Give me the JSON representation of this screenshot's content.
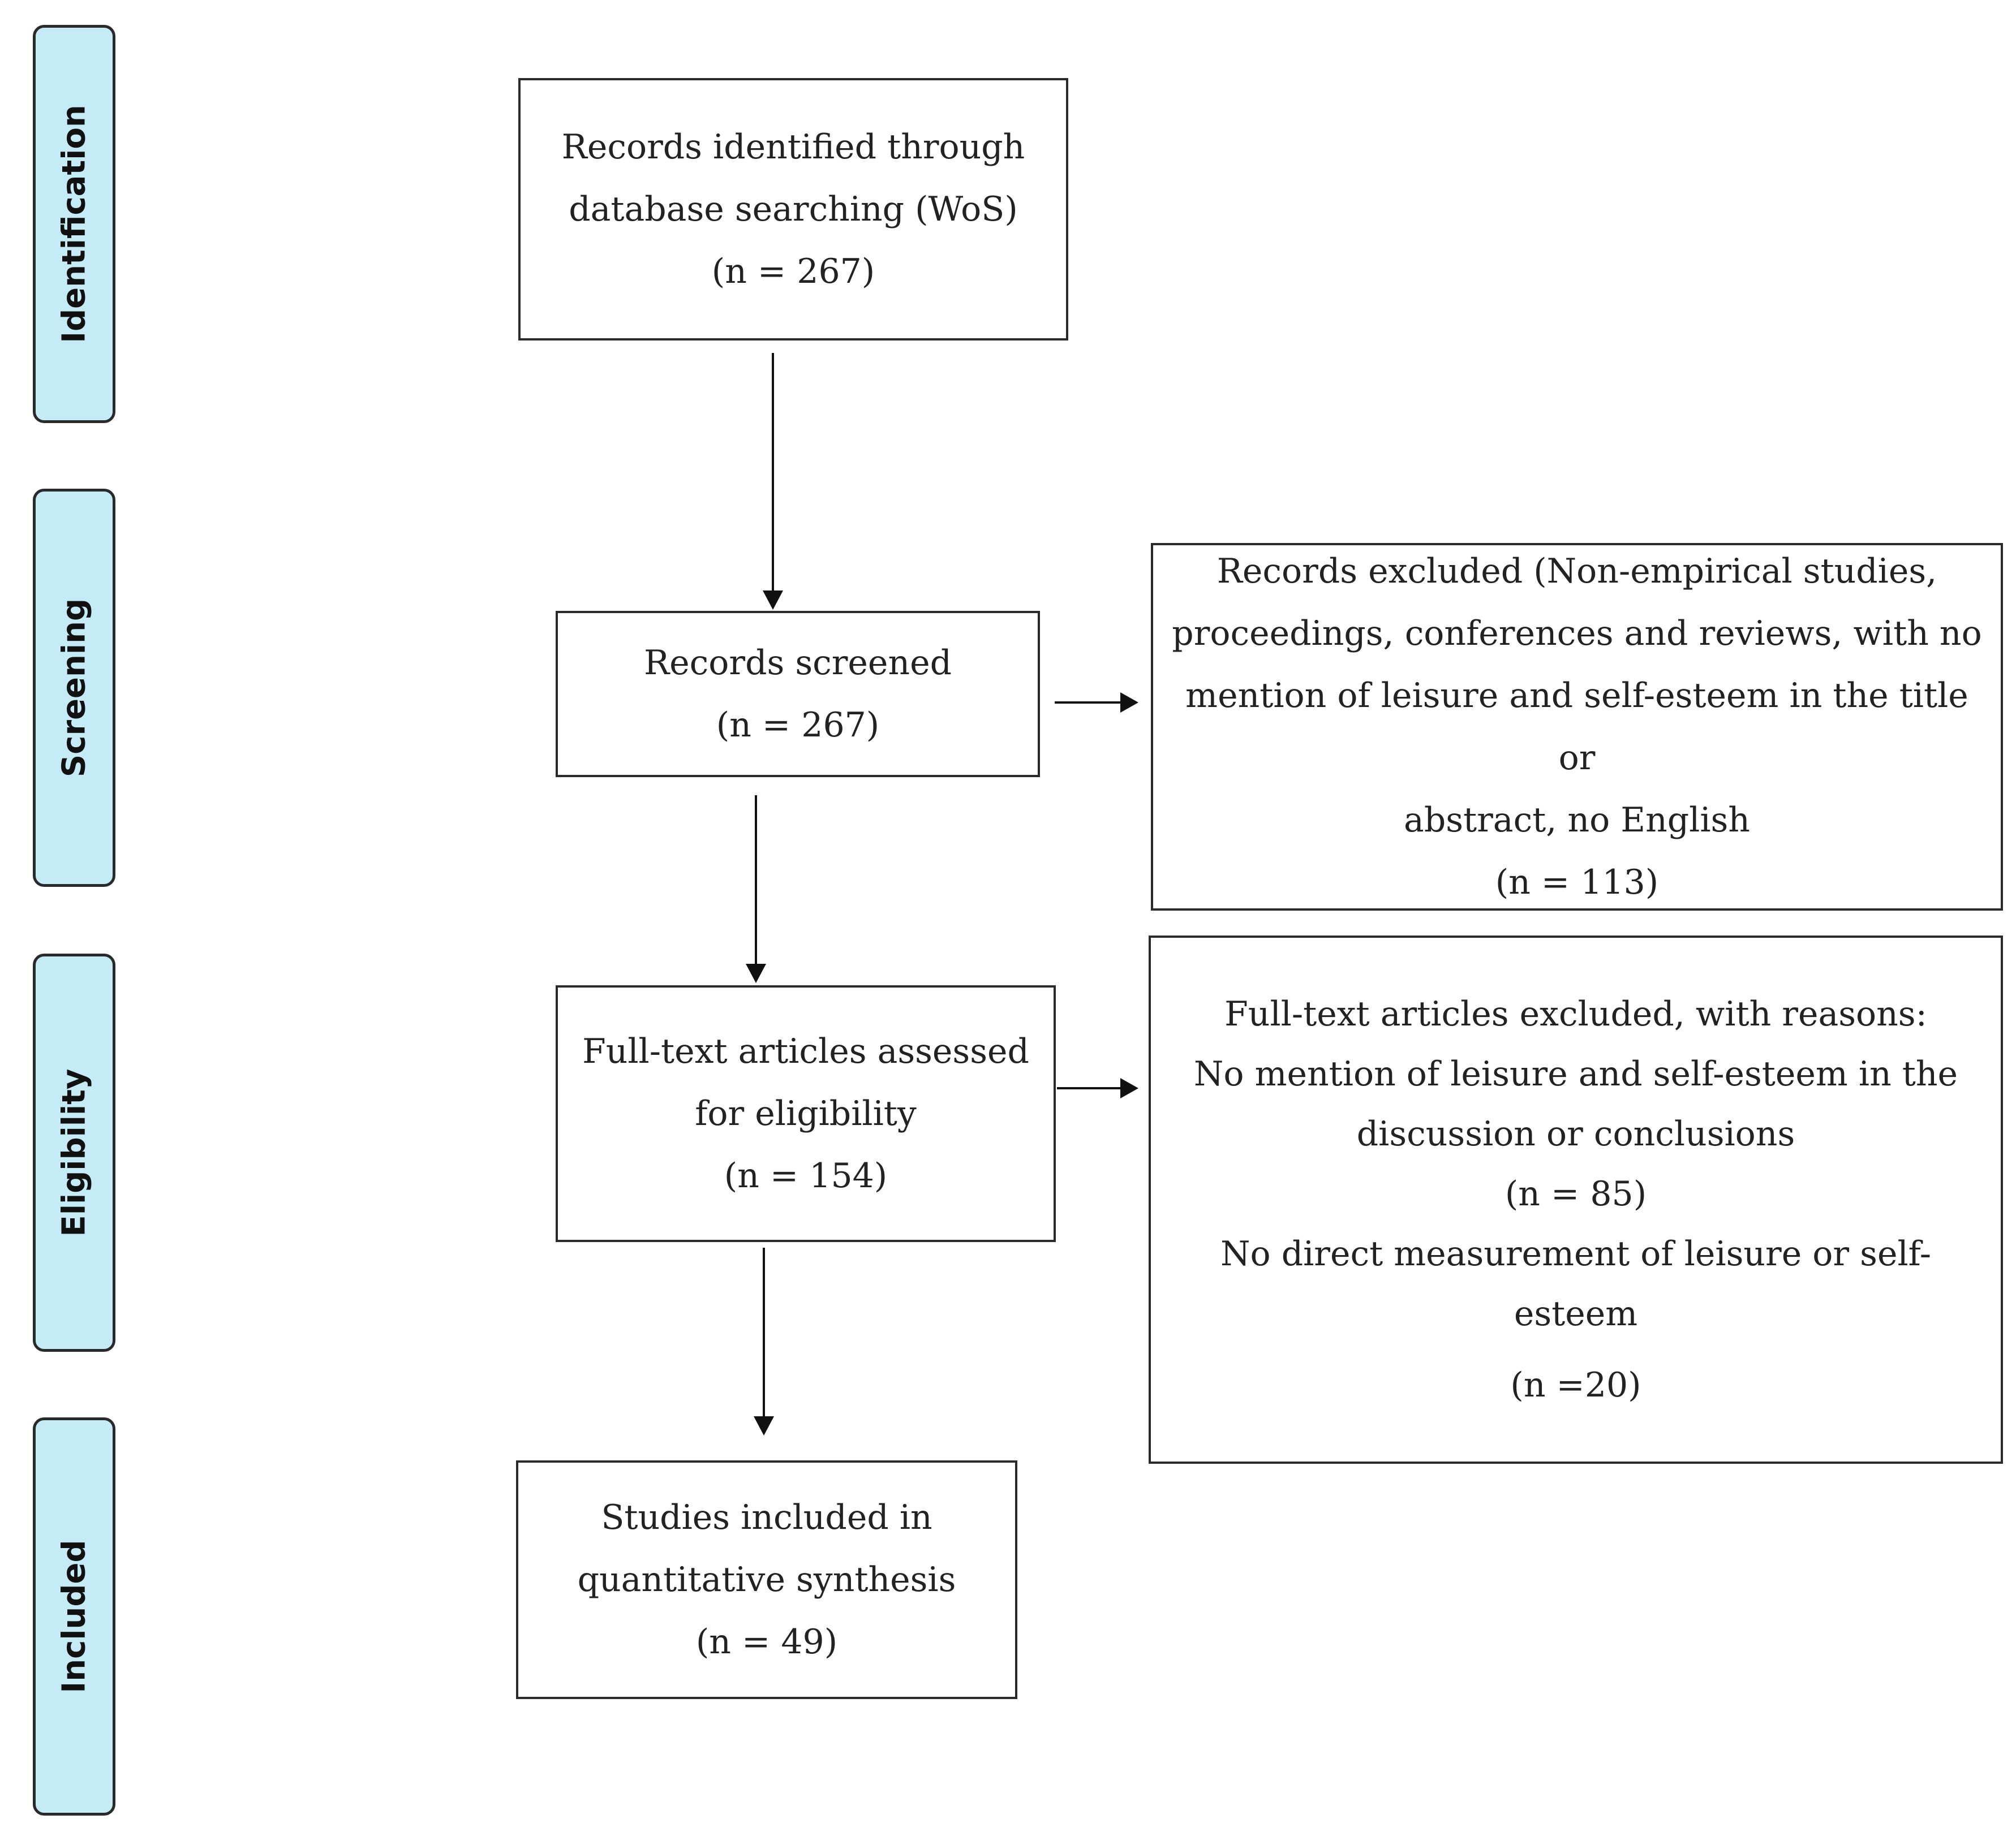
{
  "phases": {
    "identification": "Identification",
    "screening": "Screening",
    "eligibility": "Eligibility",
    "included": "Included"
  },
  "boxes": {
    "identified": {
      "line1": "Records identified through",
      "line2": "database searching (WoS)",
      "count": "(n = 267)"
    },
    "screened": {
      "line1": "Records screened",
      "count": "(n = 267)"
    },
    "excluded_records": {
      "line1": "Records excluded (Non-empirical studies,",
      "line2": "proceedings, conferences and reviews, with no",
      "line3": "mention of leisure and self-esteem in the title or",
      "line4": "abstract, no English",
      "count": "(n = 113)"
    },
    "assessed": {
      "line1": "Full-text articles assessed",
      "line2": "for eligibility",
      "count": "(n = 154)"
    },
    "excluded_fulltext": {
      "heading": "Full-text articles excluded, with reasons:",
      "reason1_line1": "No mention of leisure and self-esteem in the",
      "reason1_line2": "discussion or conclusions",
      "reason1_count": "(n = 85)",
      "reason2_line1": "No direct measurement of leisure or self-",
      "reason2_line2": "esteem",
      "reason2_count": "(n =20)"
    },
    "included": {
      "line1": "Studies included in",
      "line2": "quantitative synthesis",
      "count": "(n = 49)"
    }
  }
}
